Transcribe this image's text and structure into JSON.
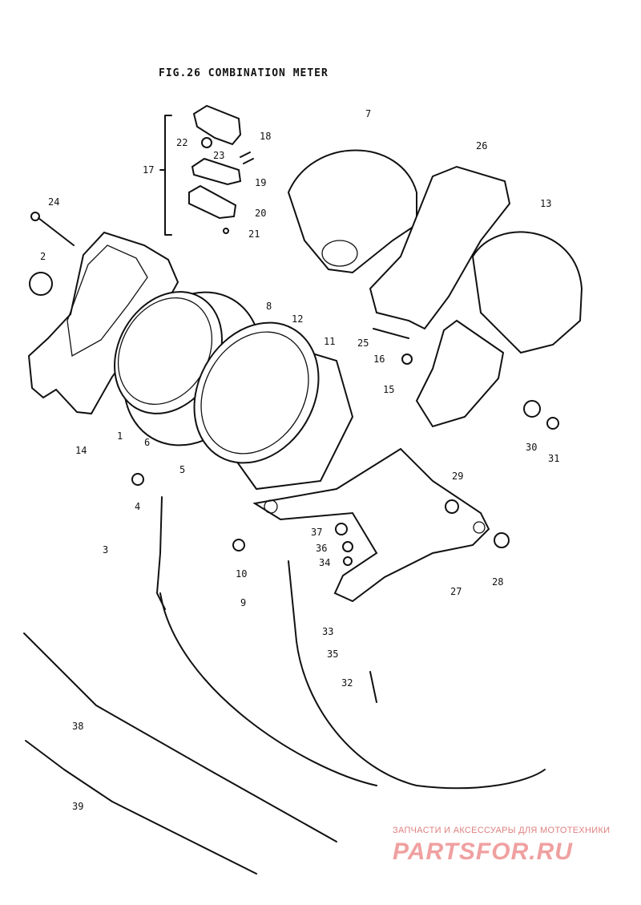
{
  "title": "FIG.26  COMBINATION METER",
  "callouts": [
    "1",
    "2",
    "3",
    "4",
    "5",
    "6",
    "7",
    "8",
    "9",
    "10",
    "11",
    "12",
    "13",
    "14",
    "15",
    "16",
    "17",
    "18",
    "19",
    "20",
    "21",
    "22",
    "23",
    "24",
    "25",
    "26",
    "27",
    "28",
    "29",
    "30",
    "31",
    "32",
    "33",
    "34",
    "35",
    "36",
    "37",
    "38",
    "39"
  ],
  "watermark": {
    "subtitle": "ЗАПЧАСТИ И АКСЕССУАРЫ ДЛЯ МОТОТЕХНИКИ",
    "logo": "PARTSFOR.RU"
  }
}
